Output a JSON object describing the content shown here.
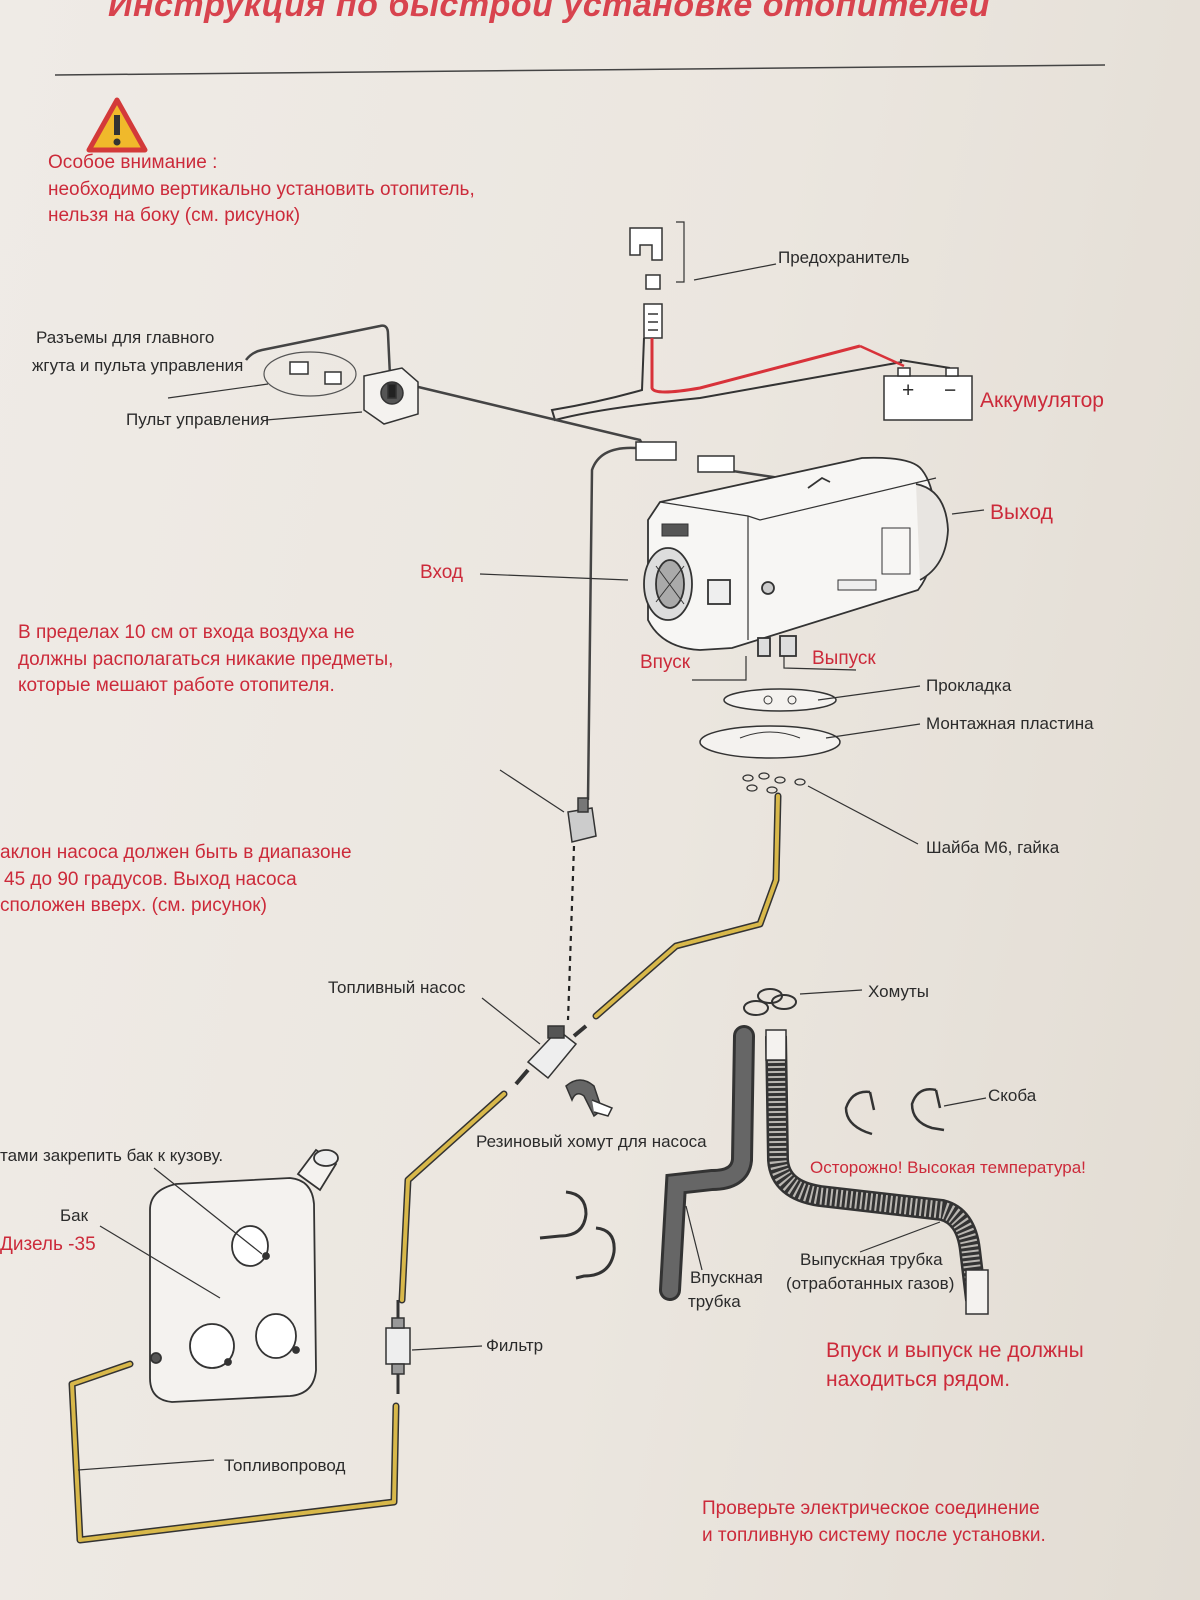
{
  "title": "Инструкция по быстрой установке отопителей",
  "warning": {
    "icon": "warning-triangle-icon",
    "lines": [
      "Особое внимание :",
      "необходимо вертикально установить отопитель,",
      "нельзя на боку (см. рисунок)"
    ]
  },
  "labels": {
    "fuse": "Предохранитель",
    "connectors_line1": "Разъемы для главного",
    "connectors_line2": "жгута и пульта управления",
    "control_panel": "Пульт управления",
    "battery": "Аккумулятор",
    "outlet": "Выход",
    "inlet": "Вход",
    "intake": "Впуск",
    "exhaust": "Выпуск",
    "gasket": "Прокладка",
    "mounting_plate": "Монтажная пластина",
    "washer_nut": "Шайба М6, гайка",
    "fuel_pump": "Топливный насос",
    "clamps": "Хомуты",
    "bracket": "Скоба",
    "rubber_clamp": "Резиновый хомут для насоса",
    "tank_mount": "тами закрепить бак к кузову.",
    "tank": "Бак",
    "tank_diesel": "Дизель -35",
    "filter": "Фильтр",
    "intake_tube_line1": "Впускная",
    "intake_tube_line2": "трубка",
    "exhaust_tube_line1": "Выпускная трубка",
    "exhaust_tube_line2": "(отработанных газов)",
    "fuel_line": "Топливопровод"
  },
  "notes": {
    "air_inlet": [
      "В пределах 10 см от входа воздуха не",
      "должны располагаться никакие предметы,",
      "которые мешают работе отопителя."
    ],
    "pump_tilt": [
      "аклон насоса должен быть в диапазоне",
      "45 до 90 градусов. Выход насоса",
      "сположен вверх. (см. рисунок)"
    ],
    "hot": "Осторожно! Высокая температура!",
    "intake_exhaust": [
      "Впуск и выпуск не должны",
      "находиться рядом."
    ],
    "check": [
      "Проверьте электрическое соединение",
      "и топливную систему после установки."
    ]
  },
  "battery_terminals": {
    "plus": "+",
    "minus": "−"
  },
  "colors": {
    "red_text": "#cc2a3a",
    "title": "#d8434e",
    "fuel_line": "#d8b84a",
    "wire_red": "#d8323a",
    "paper": "#ebe6df"
  }
}
